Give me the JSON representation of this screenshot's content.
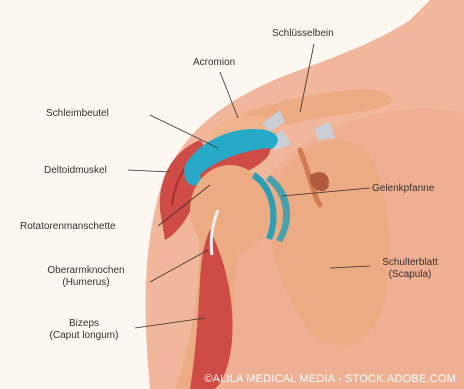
{
  "labels": {
    "schluesselbein": "Schlüsselbein",
    "acromion": "Acromion",
    "schleimbeutel": "Schleimbeutel",
    "deltoidmuskel": "Deltoidmuskel",
    "gelenkpfanne": "Gelenkpfanne",
    "rotatorenmanschette": "Rotatorenmanschette",
    "oberarmknochen": "Oberarmknochen",
    "humerus": "(Humerus)",
    "schulterblatt": "Schulterblatt",
    "scapula": "(Scapula)",
    "bizeps": "Bizeps",
    "caput_longum": "(Caput longum)"
  },
  "credit": "©ALILA MEDICAL MEDIA - STOCK.ADOBE.COM",
  "colors": {
    "background": "#fdf7f2",
    "skin": "#f1b79c",
    "bone": "#ecab82",
    "muscle": "#cf4b45",
    "bursa": "#27aac8",
    "cartilage": "#2c9fb5",
    "ligament": "#c9cfd4"
  }
}
